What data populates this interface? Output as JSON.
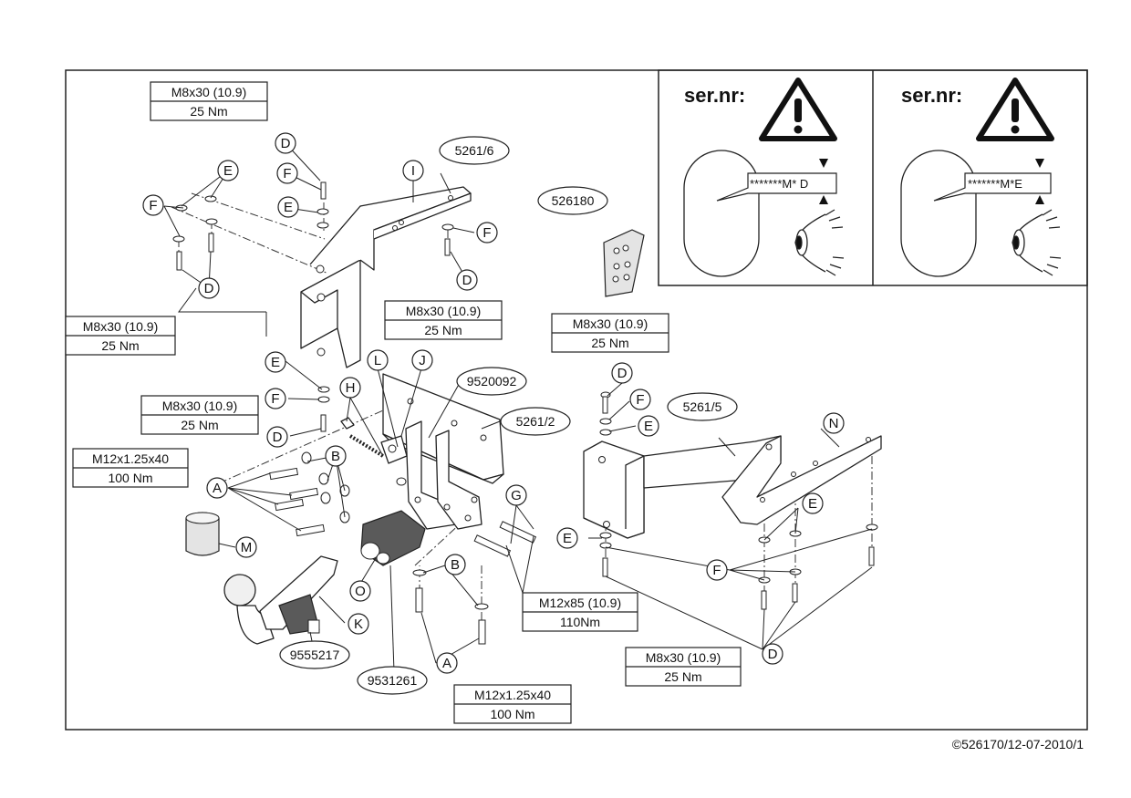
{
  "serial_panels": [
    {
      "title": "ser.nr:",
      "serial": "*******M* D"
    },
    {
      "title": "ser.nr:",
      "serial": "*******M*E"
    }
  ],
  "spec_boxes": [
    {
      "spec": "M8x30 (10.9)",
      "torque": "25 Nm"
    },
    {
      "spec": "M8x30 (10.9)",
      "torque": "25 Nm"
    },
    {
      "spec": "M8x30 (10.9)",
      "torque": "25 Nm"
    },
    {
      "spec": "M8x30 (10.9)",
      "torque": "25 Nm"
    },
    {
      "spec": "M8x30 (10.9)",
      "torque": "25 Nm"
    },
    {
      "spec": "M12x1.25x40",
      "torque": "100 Nm"
    },
    {
      "spec": "M12x85 (10.9)",
      "torque": "110Nm"
    },
    {
      "spec": "M12x1.25x40",
      "torque": "100 Nm"
    },
    {
      "spec": "M8x30 (10.9)",
      "torque": "25 Nm"
    }
  ],
  "part_numbers": [
    "5261/6",
    "526180",
    "9520092",
    "5261/2",
    "5261/5",
    "9555217",
    "9531261"
  ],
  "callouts": [
    "D",
    "E",
    "F",
    "E",
    "F",
    "D",
    "I",
    "F",
    "D",
    "E",
    "F",
    "D",
    "L",
    "J",
    "H",
    "B",
    "A",
    "M",
    "O",
    "K",
    "B",
    "A",
    "G",
    "D",
    "F",
    "E",
    "N",
    "E",
    "E",
    "F",
    "D"
  ],
  "footer": "©526170/12-07-2010/1"
}
